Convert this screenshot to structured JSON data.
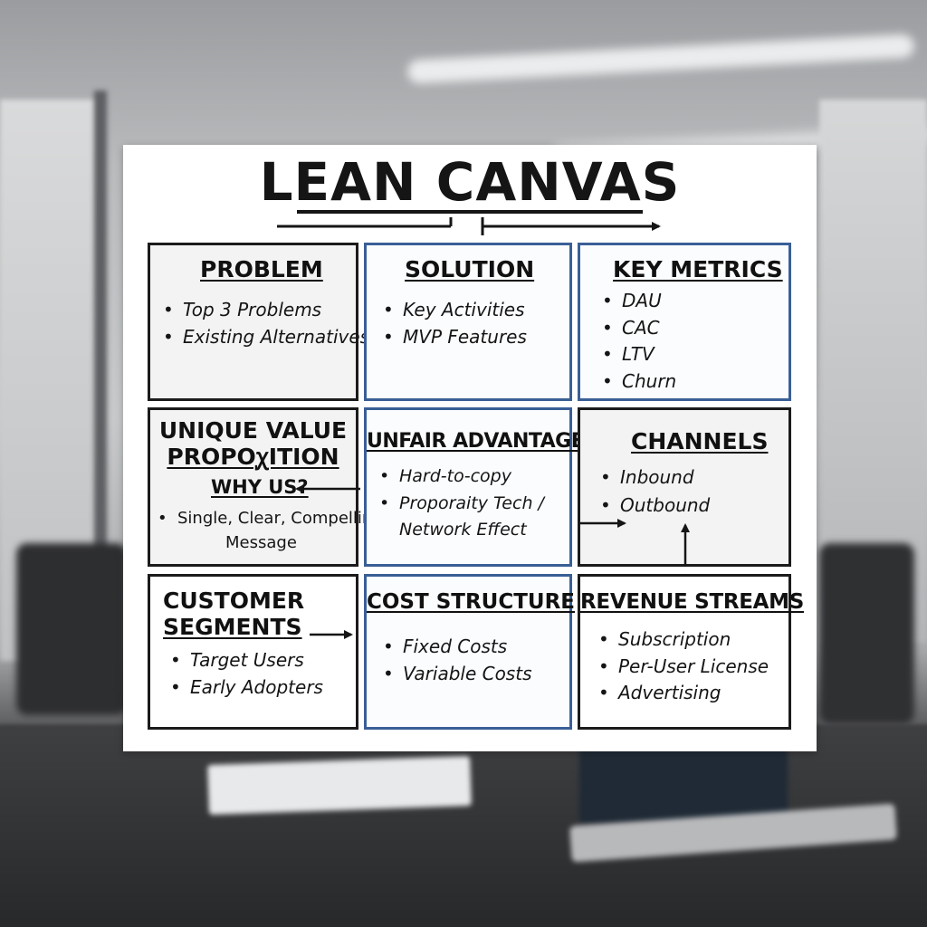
{
  "title": "LEAN CANVAS",
  "cells": {
    "problem": {
      "title": "PROBLEM",
      "items": [
        "Top 3 Problems",
        "Existing Alternatives"
      ]
    },
    "solution": {
      "title": "SOLUTION",
      "items": [
        "Key Activities",
        "MVP Features"
      ]
    },
    "key_metrics": {
      "title": "KEY METRICS",
      "items": [
        "DAU",
        "CAC",
        "LTV",
        "Churn"
      ]
    },
    "uvp": {
      "title_line1": "UNIQUE VALUE",
      "title_line2": "PROPOꭕITION",
      "subheading": "WHY US?",
      "item_line1": "Single, Clear, Compelling",
      "item_line2": "Message"
    },
    "unfair_advantage": {
      "title": "UNFAIR ADVANTAGE",
      "item1": "Hard-to-copy",
      "item2_line1": "Proporaity Tech /",
      "item2_line2": "Network Effect"
    },
    "channels": {
      "title": "CHANNELS",
      "items": [
        "Inbound",
        "Outbound"
      ]
    },
    "customer_segments": {
      "title_line1": "CUSTOMER",
      "title_line2": "SEGMENTS",
      "items": [
        "Target Users",
        "Early Adopters"
      ]
    },
    "cost_structure": {
      "title": "COST STRUCTURE",
      "items": [
        "Fixed Costs",
        "Variable Costs"
      ]
    },
    "revenue_streams": {
      "title": "REVENUE STREAMS",
      "items": [
        "Subscription",
        "Per-User License",
        "Advertising"
      ]
    }
  },
  "colors": {
    "border_dark": "#1b1b1b",
    "border_blue": "#3a5f96",
    "gray_fill": "#f3f3f3"
  }
}
